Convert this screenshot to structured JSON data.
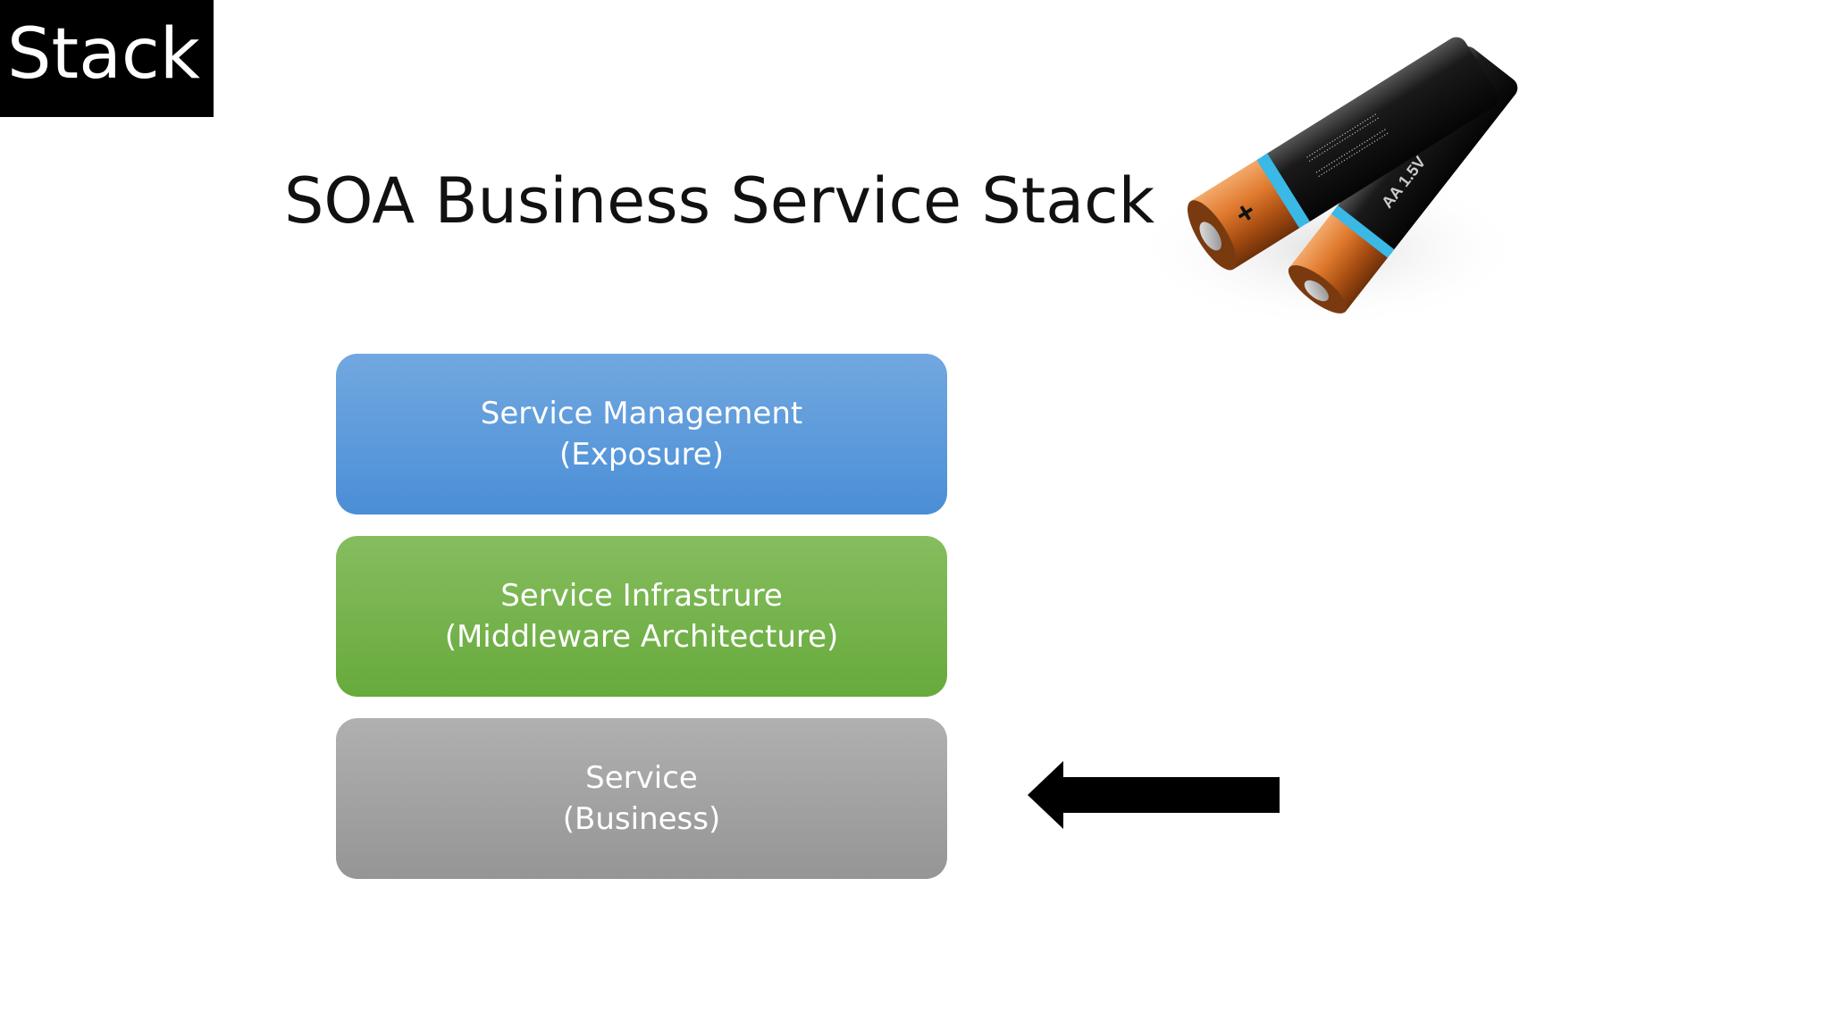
{
  "section_tag": "Stack",
  "title": "SOA Business Service Stack",
  "stack": [
    {
      "line1": "Service Management",
      "line2": "(Exposure)",
      "color": "#5b9bd5"
    },
    {
      "line1": "Service Infrastrure",
      "line2": "(Middleware Architecture)",
      "color": "#70ad47"
    },
    {
      "line1": "Service",
      "line2": "(Business)",
      "color": "#a5a5a5"
    }
  ],
  "arrow": {
    "points_to": "Service (Business)",
    "color": "#000000",
    "icon": "left-arrow-icon"
  },
  "image": {
    "icon": "batteries-image"
  }
}
